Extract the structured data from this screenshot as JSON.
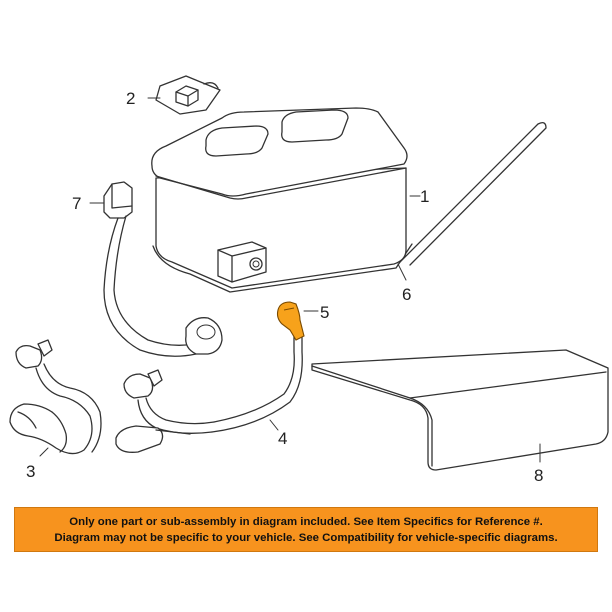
{
  "callouts": {
    "c1": "1",
    "c2": "2",
    "c3": "3",
    "c4": "4",
    "c5": "5",
    "c6": "6",
    "c7": "7",
    "c8": "8"
  },
  "colors": {
    "highlight_part": "#f7a21b",
    "notice_background": "#f7931e"
  },
  "notice": {
    "line1": "Only one part or sub-assembly in diagram included. See Item Specifics for Reference #.",
    "line2": "Diagram may not be specific to your vehicle. See Compatibility for vehicle-specific diagrams."
  }
}
